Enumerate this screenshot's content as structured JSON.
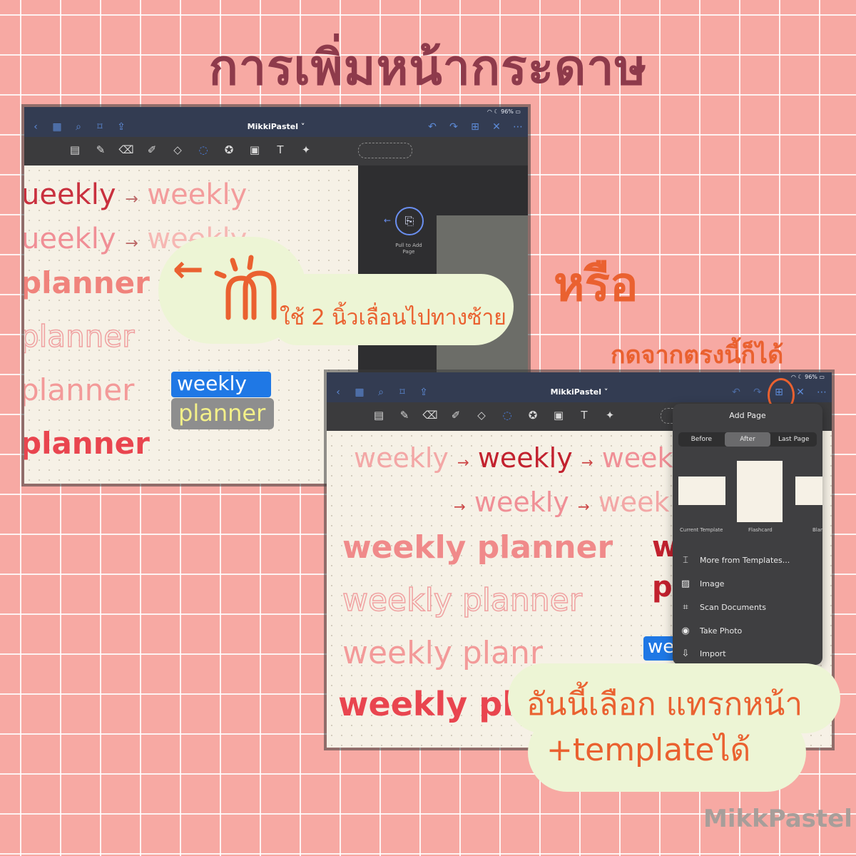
{
  "title": "การเพิ่มหน้ากระดาษ",
  "or_text": "หรือ",
  "press_here": "กดจากตรงนี้ก็ได้",
  "swipe_hint": "ใช้ 2 นิ้วเลื่อนไปทางซ้าย",
  "choose_hint_line1": "อันนี้เลือก แทรกหน้า",
  "choose_hint_line2": "+templateได้",
  "watermark": "MikkPastel",
  "screen1": {
    "status": "96%",
    "doc_title": "MikkiPastel ˅",
    "pull_text_1": "Pull to Add",
    "pull_text_2": "Page",
    "lines": [
      {
        "a": "ueekly",
        "b": "weekly"
      },
      {
        "a": "ueekly",
        "b": "weekly"
      }
    ],
    "planners": [
      "planner",
      "planner",
      "planner",
      "planner"
    ],
    "sticker_top": "weekly",
    "sticker_bottom": "planner"
  },
  "screen2": {
    "status": "96%",
    "doc_title": "MikkiPastel ˅",
    "row1": [
      "weekly",
      "→",
      "weekly",
      "→",
      "weeks"
    ],
    "row2": [
      "→",
      "weekly",
      "→",
      "week"
    ],
    "big_rows": [
      {
        "a": "weekly",
        "b": "planner"
      },
      {
        "a": "weekly",
        "b": "planner"
      },
      {
        "a": "weekly",
        "b": "planr"
      },
      {
        "a": "weekly",
        "b": "pl"
      }
    ],
    "side_w": "w",
    "side_p": "p",
    "sticker": "we"
  },
  "popup": {
    "header": "Add Page",
    "tabs": [
      "Before",
      "After",
      "Last Page"
    ],
    "selected_tab": "After",
    "templates": [
      "Current Template",
      "Flashcard",
      "Blan"
    ],
    "items": [
      {
        "label": "More from Templates...",
        "icon": "templates-icon"
      },
      {
        "label": "Image",
        "icon": "image-icon"
      },
      {
        "label": "Scan Documents",
        "icon": "scan-icon"
      },
      {
        "label": "Take Photo",
        "icon": "camera-icon"
      },
      {
        "label": "Import",
        "icon": "import-icon"
      }
    ]
  },
  "colors": {
    "background": "#f7a9a3",
    "title": "#8e3a4b",
    "accent_orange": "#ea6130",
    "bubble": "#edf5d5",
    "navbar": "#333c52",
    "toolbar": "#3b3b3d"
  }
}
